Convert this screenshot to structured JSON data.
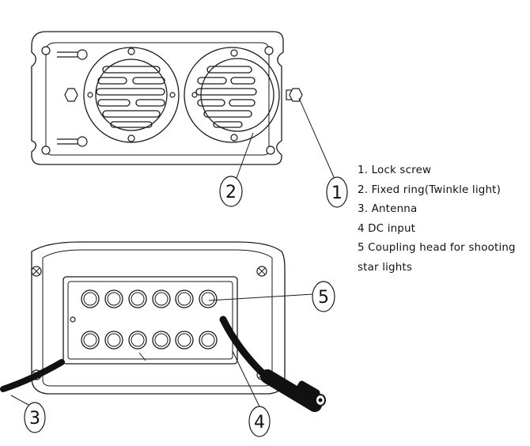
{
  "callouts": {
    "c1": "1",
    "c2": "2",
    "c3": "3",
    "c4": "4",
    "c5": "5"
  },
  "legend": {
    "items": [
      "1. Lock screw",
      "2. Fixed ring(Twinkle light)",
      "3. Antenna",
      "4 DC input",
      "5 Coupling head for shooting",
      "star lights"
    ]
  },
  "colors": {
    "line": "#1a1a1a",
    "background": "#ffffff"
  }
}
